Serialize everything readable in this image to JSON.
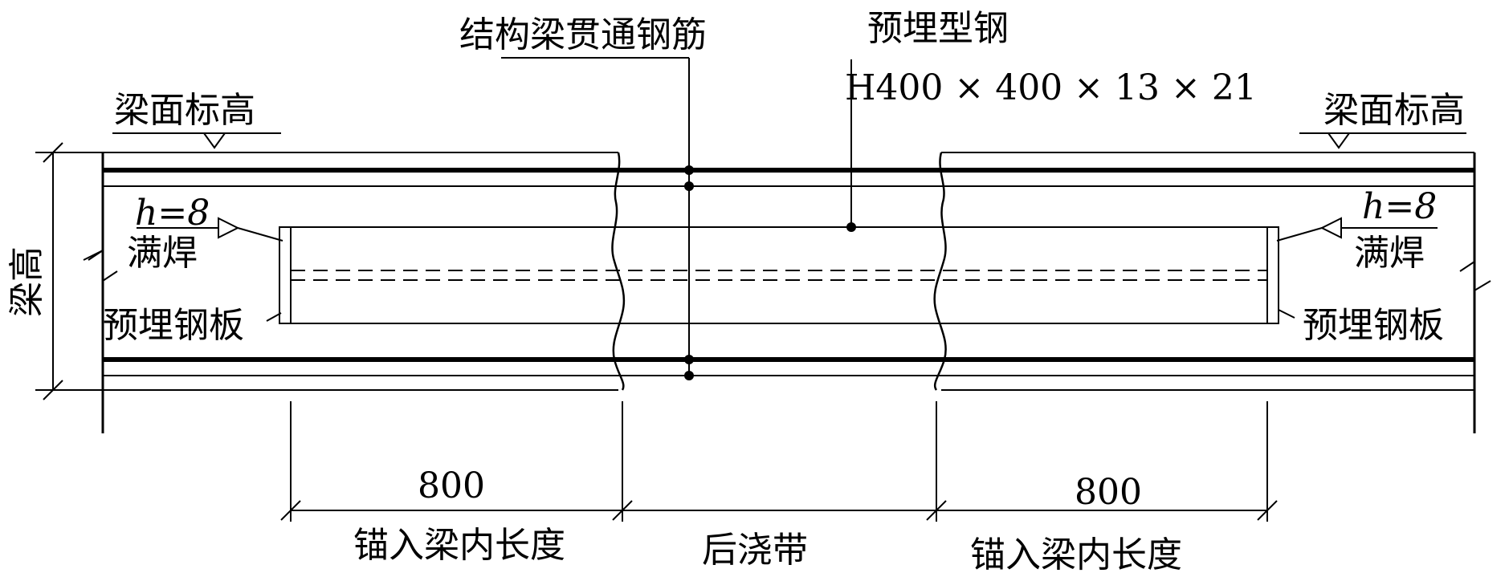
{
  "labels": {
    "structural_rebar": "结构梁贯通钢筋",
    "embedded_steel": "预埋型钢",
    "steel_spec": "H400 × 400 × 13 × 21",
    "beam_top_left": "梁面标高",
    "beam_top_right": "梁面标高",
    "beam_height": "梁高",
    "weld_h_left": "h=8",
    "weld_full_left": "满焊",
    "weld_h_right": "h=8",
    "weld_full_right": "满焊",
    "plate_left": "预埋钢板",
    "plate_right": "预埋钢板",
    "dim_left_value": "800",
    "dim_left_text": "锚入梁内长度",
    "dim_center_text": "后浇带",
    "dim_right_value": "800",
    "dim_right_text": "锚入梁内长度"
  }
}
